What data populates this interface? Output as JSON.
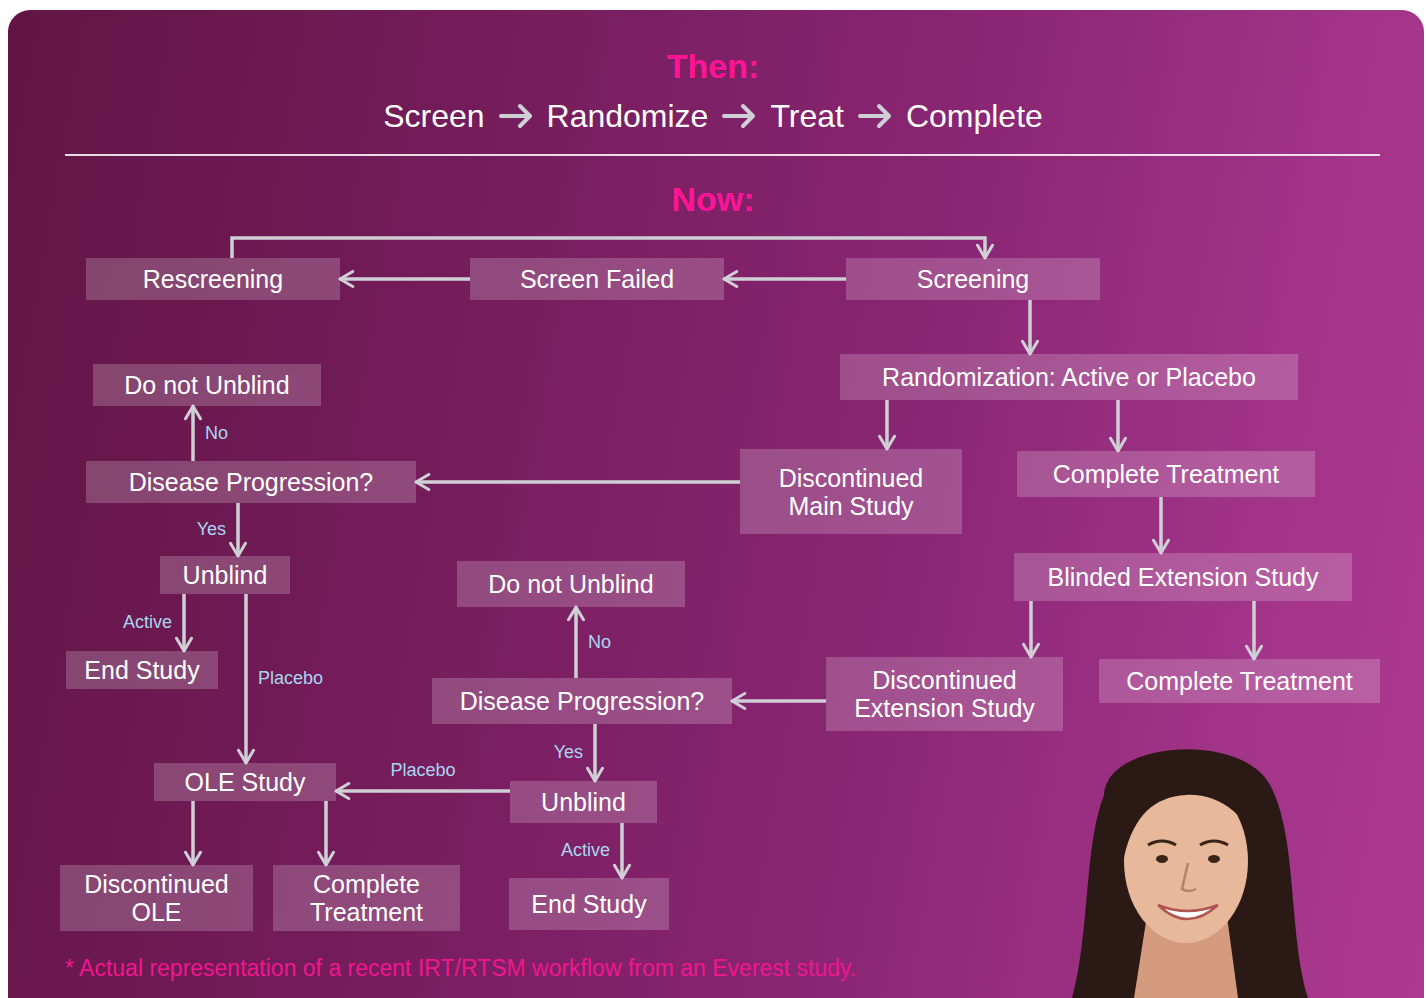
{
  "diagram": {
    "caption": "* Actual representation of a recent IRT/RTSM workflow from an Everest study.",
    "nodes": [
      {
        "text": [
          "Rescreening"
        ]
      },
      {
        "text": [
          "Screen Failed"
        ]
      },
      {
        "text": [
          "Screening"
        ]
      },
      {
        "text": [
          "Randomization: Active or Placebo"
        ]
      },
      {
        "text": [
          "Do not Unblind"
        ]
      },
      {
        "text": [
          "Disease Progression?"
        ]
      },
      {
        "text": [
          "Discontinued Main Study"
        ]
      },
      {
        "text": [
          "Complete Treatment"
        ]
      },
      {
        "text": [
          "Unblind"
        ]
      },
      {
        "text": [
          "Do not Unblind"
        ]
      },
      {
        "text": [
          "Blinded Extension Study"
        ]
      },
      {
        "text": [
          "End Study"
        ]
      },
      {
        "text": [
          "Disease Progression?"
        ]
      },
      {
        "text": [
          "Discontinued Extension Study"
        ]
      },
      {
        "text": [
          "Complete Treatment"
        ]
      },
      {
        "text": [
          "OLE Study"
        ]
      },
      {
        "text": [
          "Unblind"
        ]
      },
      {
        "text": [
          "Discontinued OLE"
        ]
      },
      {
        "text": [
          "Complete Treatment"
        ]
      },
      {
        "text": [
          "End Study"
        ]
      }
    ],
    "edges": [
      {
        "from": 2,
        "to": 1,
        "arrow": "to"
      },
      {
        "from": 1,
        "to": 0,
        "arrow": "to"
      },
      {
        "from": 0,
        "to": 2,
        "arrow": "to"
      },
      {
        "from": 2,
        "to": 3,
        "arrow": "to"
      },
      {
        "from": 3,
        "to": 6,
        "arrow": "to"
      },
      {
        "from": 3,
        "to": 7,
        "arrow": "to"
      },
      {
        "from": 6,
        "to": 5,
        "arrow": "to"
      },
      {
        "from": 5,
        "to": 4,
        "label": "No",
        "arrow": "to"
      },
      {
        "from": 5,
        "to": 8,
        "label": "Yes",
        "arrow": "to"
      },
      {
        "from": 8,
        "to": 11,
        "label": "Active",
        "arrow": "to"
      },
      {
        "from": 8,
        "to": 15,
        "label": "Placebo",
        "arrow": "to"
      },
      {
        "from": 7,
        "to": 10,
        "arrow": "to"
      },
      {
        "from": 10,
        "to": 13,
        "arrow": "to"
      },
      {
        "from": 10,
        "to": 14,
        "arrow": "to"
      },
      {
        "from": 13,
        "to": 12,
        "arrow": "to"
      },
      {
        "from": 12,
        "to": 9,
        "label": "No",
        "arrow": "to"
      },
      {
        "from": 12,
        "to": 16,
        "label": "Yes",
        "arrow": "to"
      },
      {
        "from": 16,
        "to": 19,
        "label": "Active",
        "arrow": "to"
      },
      {
        "from": 16,
        "to": 15,
        "label": "Placebo",
        "arrow": "to"
      },
      {
        "from": 15,
        "to": 17,
        "arrow": "to"
      },
      {
        "from": 15,
        "to": 18,
        "arrow": "to"
      }
    ],
    "labels": [
      "Then:",
      "Screen",
      "Randomize",
      "Treat",
      "Complete",
      "Now:"
    ]
  }
}
